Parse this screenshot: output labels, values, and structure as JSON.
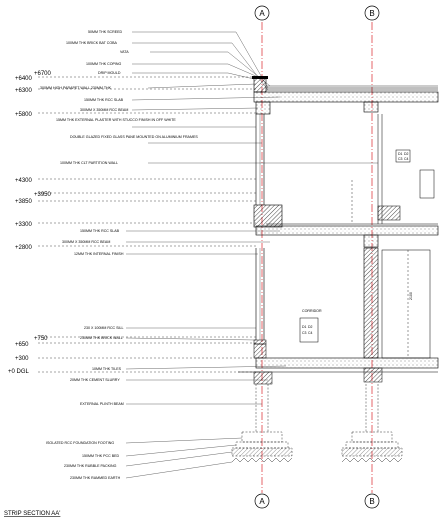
{
  "title": "STRIP SECTION AA'",
  "grid_bubbles": [
    "A",
    "B"
  ],
  "levels": [
    "+6700",
    "+6400",
    "+6300",
    "+5800",
    "+4300",
    "+3950",
    "+3850",
    "+3300",
    "+2800",
    "+750",
    "+650",
    "+300",
    "+0 DGL"
  ],
  "notes": [
    "50MM THK SCREED",
    "100MM THK BRICK BAT COBA",
    "VATA",
    "100MM THK COPING",
    "DRIP MOULD",
    "300MM HIGH PARAPET WALL 230MM THK",
    "150MM THK RCC SLAB",
    "300MM X 350MM RCC BEAM",
    "15MM THK EXTERNAL PLASTER WITH STUCCO FINISH IN OFF WHITE",
    "DOUBLE GLAZED FIXED GLASS PANE MOUNTED ON ALUMINIUM FRAMES",
    "100MM THK CLT PARTITION WALL",
    "150MM THK RCC SLAB",
    "300MM X 350MM RCC BEAM",
    "12MM THK INTERNAL FINISH",
    "230 X 100MM RCC SILL",
    "230MM THK BRICK WALL",
    "10MM THK TILES",
    "20MM THK CEMENT SLURRY",
    "EXTERNAL PLINTH BEAM",
    "ISOLATED RCC FOUNDATION FOOTING",
    "150MM THK PCC BED",
    "230MM THK RUBBLE PACKING",
    "230MM THK RAMMED EARTH"
  ],
  "room_label": "CORRIDOR",
  "tags_upper": [
    "D1",
    "D2",
    "C3",
    "C4"
  ],
  "tags_lower": [
    "D1",
    "D2",
    "C3",
    "C4"
  ],
  "dim_label": "2100"
}
